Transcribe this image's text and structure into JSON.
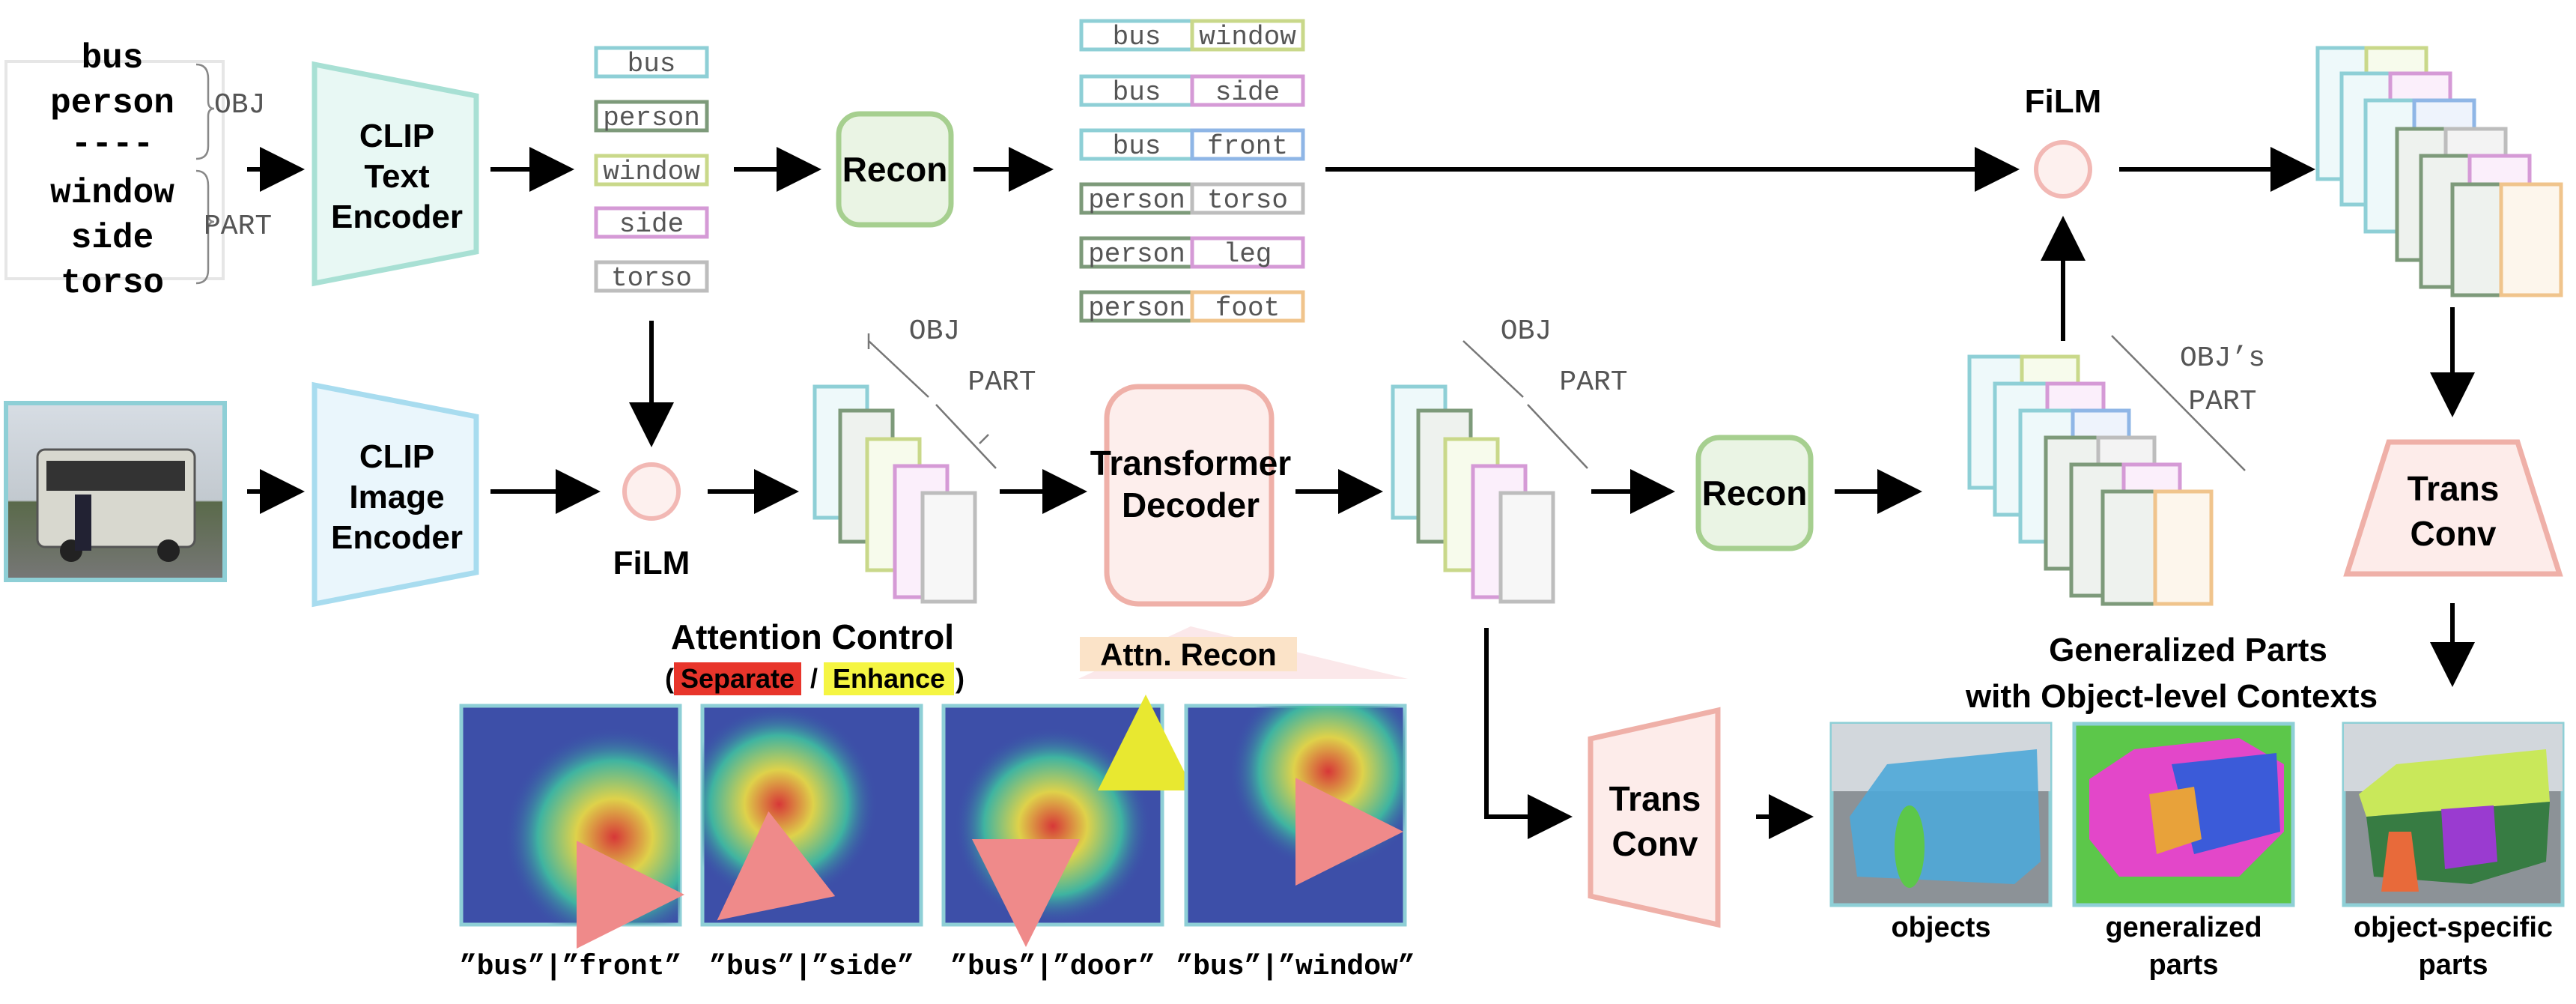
{
  "inputs": {
    "obj_words": [
      "bus",
      "person"
    ],
    "separator": "----",
    "part_words": [
      "window",
      "side",
      "torso"
    ],
    "obj_label": "OBJ",
    "part_label": "PART"
  },
  "text_encoder": {
    "line1": "CLIP",
    "line2": "Text",
    "line3": "Encoder"
  },
  "image_encoder": {
    "line1": "CLIP",
    "line2": "Image",
    "line3": "Encoder"
  },
  "token_words": [
    "bus",
    "person",
    "window",
    "side",
    "torso"
  ],
  "recon_label": "Recon",
  "pairs": [
    {
      "obj": "bus",
      "part": "window"
    },
    {
      "obj": "bus",
      "part": "side"
    },
    {
      "obj": "bus",
      "part": "front"
    },
    {
      "obj": "person",
      "part": "torso"
    },
    {
      "obj": "person",
      "part": "leg"
    },
    {
      "obj": "person",
      "part": "foot"
    }
  ],
  "film_label": "FiLM",
  "decoder": {
    "line1": "Transformer",
    "line2": "Decoder"
  },
  "group_labels": {
    "obj": "OBJ",
    "part": "PART",
    "objs_part_1": "OBJ’s",
    "objs_part_2": "PART"
  },
  "attention": {
    "title": "Attention Control",
    "open": "(",
    "separate": "Separate",
    "slash": " / ",
    "enhance": "Enhance",
    "close": ")",
    "recon": "Attn. Recon"
  },
  "attention_captions": [
    "”bus”|”front”",
    "”bus”|”side”",
    "”bus”|”door”",
    "”bus”|”window”"
  ],
  "trans_conv": {
    "line1": "Trans",
    "line2": "Conv"
  },
  "generalized": {
    "line1": "Generalized Parts",
    "line2": "with Object-level Contexts"
  },
  "outputs": [
    {
      "line1": "objects",
      "line2": ""
    },
    {
      "line1": "generalized",
      "line2": "parts"
    },
    {
      "line1": "object-specific",
      "line2": "parts"
    }
  ],
  "colors": {
    "bus": "#8ecfd6",
    "person": "#7d9a7a",
    "window": "#c9d88a",
    "side": "#d59ad6",
    "torso": "#bdbdbd",
    "front": "#8fb6e6",
    "leg": "#d59ad6",
    "foot": "#f0c48c",
    "film": "#f2b8b4",
    "recon": "#a6cf8f",
    "clip": "#a8e0d4",
    "decoder": "#efb0a8",
    "heat_separate": "#e8352b",
    "heat_enhance": "#f5f542"
  }
}
